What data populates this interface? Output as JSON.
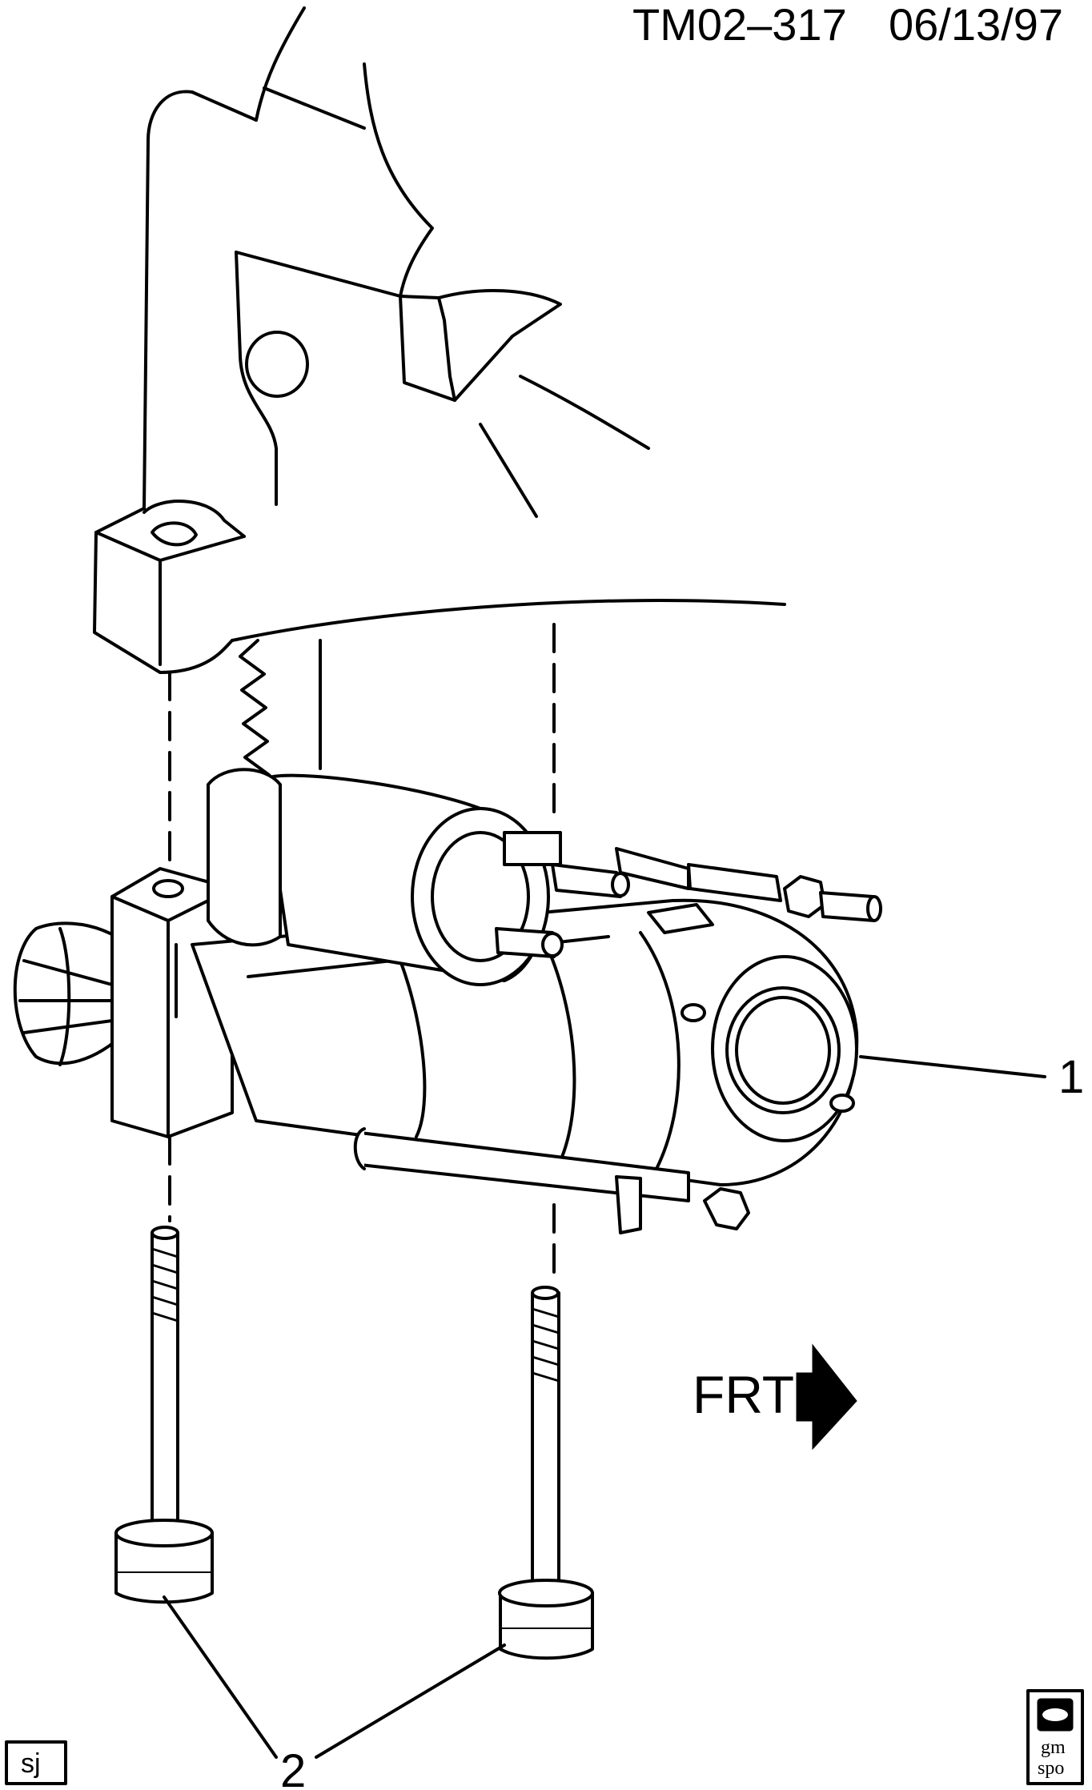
{
  "header": {
    "drawing_code": "TM02–317",
    "date": "06/13/97"
  },
  "callouts": [
    {
      "number": "1",
      "part": "starter-motor"
    },
    {
      "number": "2",
      "part": "mounting-bolt"
    }
  ],
  "direction_marker": {
    "label": "FRT",
    "icon": "front-arrow-icon"
  },
  "footer": {
    "initials": "sj",
    "logo_lines": [
      "gm",
      "spo"
    ]
  },
  "colors": {
    "line": "#000000",
    "background": "#ffffff"
  }
}
